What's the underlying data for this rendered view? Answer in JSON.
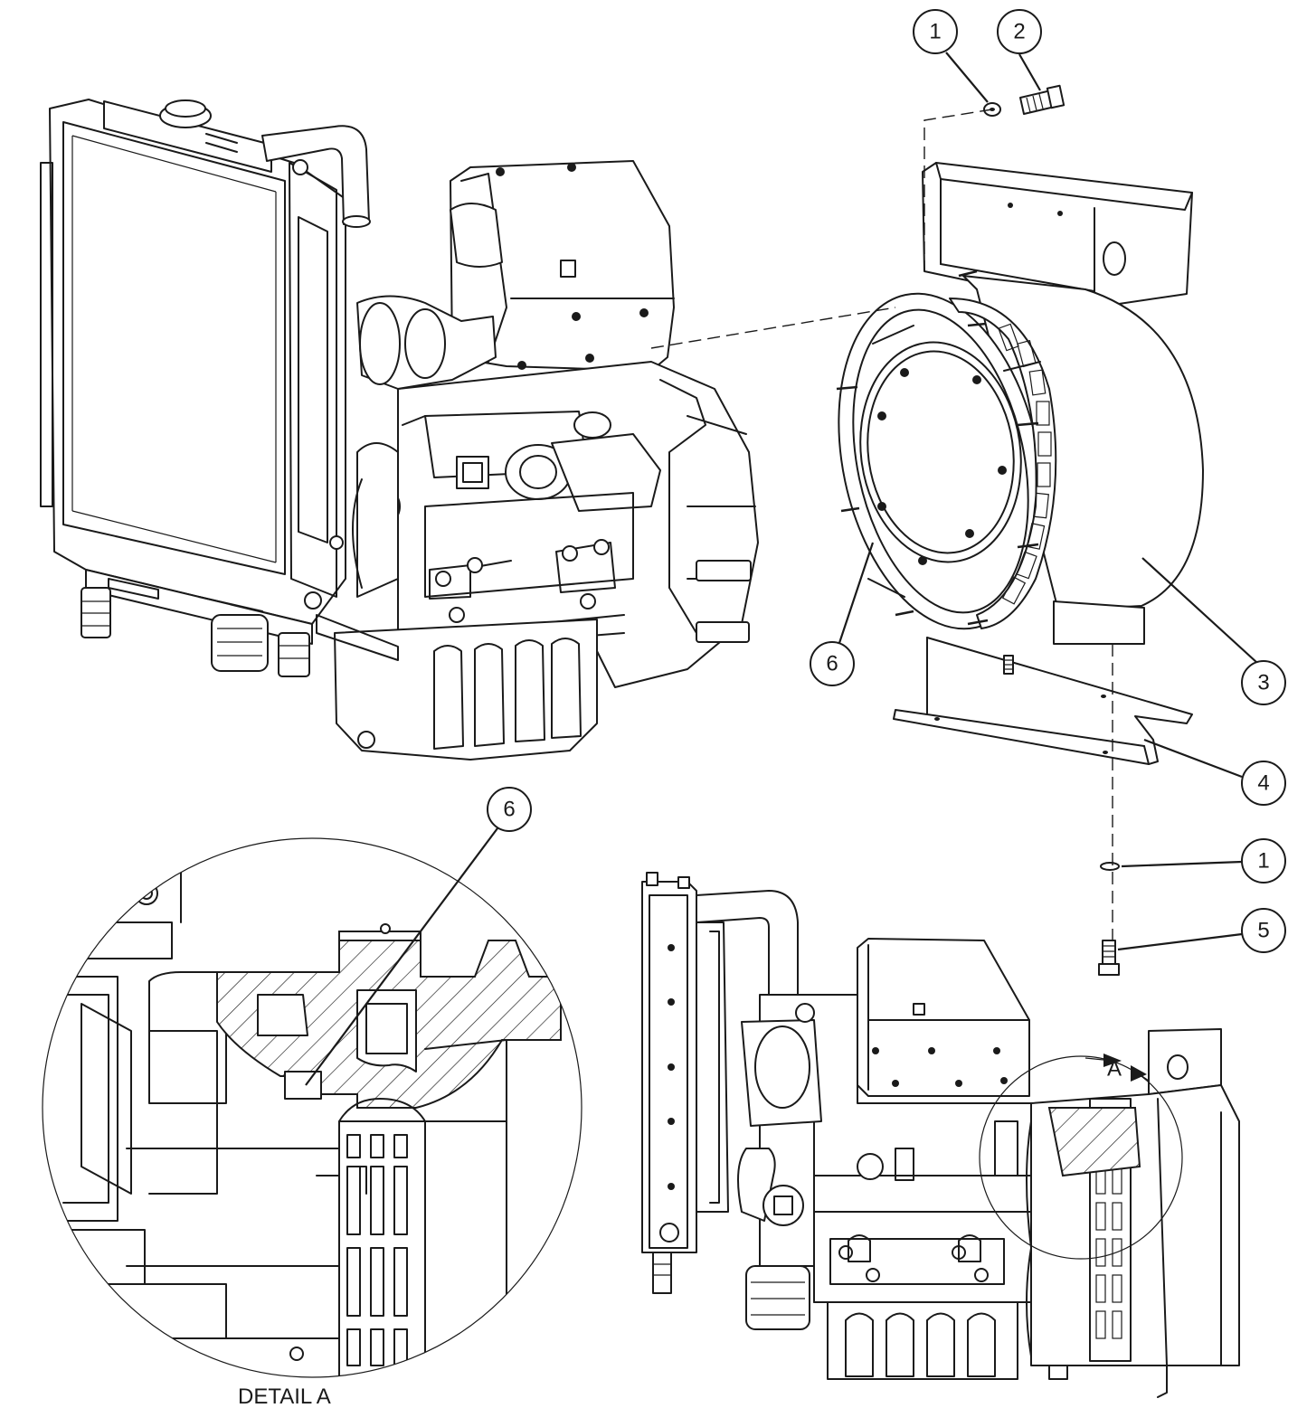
{
  "balloons": [
    {
      "id": "balloon-1-top",
      "label": "1"
    },
    {
      "id": "balloon-2-top",
      "label": "2"
    },
    {
      "id": "balloon-3",
      "label": "3"
    },
    {
      "id": "balloon-4",
      "label": "4"
    },
    {
      "id": "balloon-6-upper",
      "label": "6"
    },
    {
      "id": "balloon-6-detail",
      "label": "6"
    },
    {
      "id": "balloon-1-lower",
      "label": "1"
    },
    {
      "id": "balloon-5",
      "label": "5"
    }
  ],
  "section_marker": "A",
  "detail_caption": "DETAIL A",
  "icons": [
    "engine-radiator-assembly",
    "generator-end-housing",
    "mounting-bracket",
    "washer",
    "bolt",
    "detail-magnifier-circle"
  ]
}
